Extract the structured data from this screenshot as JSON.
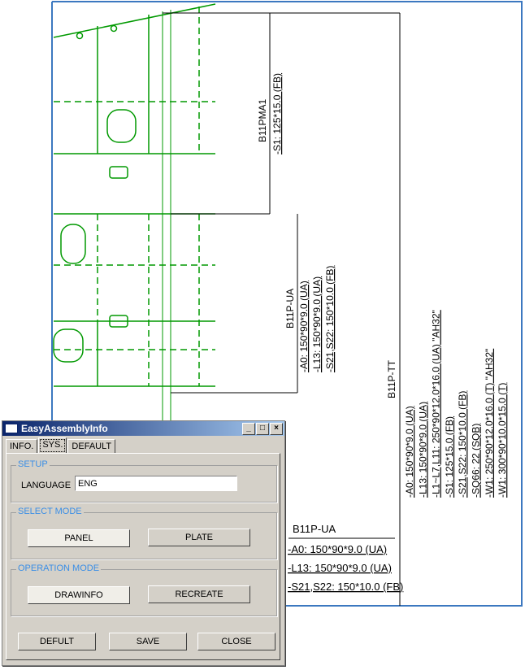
{
  "drawing": {
    "label_b11pma1": "B11PMA1",
    "label_b11pma1_s1": "-S1: 125*15.0 (FB)",
    "label_b11pua": "B11P-UA",
    "b11pua_items": [
      "-A0: 150*90*9.0 (UA)",
      "-L13: 150*90*9.0 (UA)",
      "-S21,S22: 150*10.0 (FB)"
    ],
    "label_b11ptt": "B11P-TT",
    "b11ptt_items": [
      "-A0: 150*90*9.0 (UA)",
      "-L13: 150*90*9.0 (UA)",
      "-L1~L7,L11: 250*90*12.0*16.0 (UA) \"AH32\"",
      "-S1: 125*15.0 (FB)",
      "-S21,S22: 150*10.0 (FB)",
      "-SQ66: 22 (SQB)",
      "-W1: 250*90*12.0*16.0 (T) \"AH32\"",
      "-W1: 300*90*10.0*15.0 (T)"
    ],
    "table_header": "B11P-UA",
    "table_rows": [
      "-A0: 150*90*9.0 (UA)",
      "-L13: 150*90*9.0 (UA)",
      "-S21,S22: 150*10.0 (FB)"
    ],
    "line_color": "#009900",
    "frame_color": "#3c78c0"
  },
  "dialog": {
    "title": "EasyAssemblyInfo",
    "tabs": [
      "INFO.",
      "SYS.",
      "DEFAULT"
    ],
    "setup": {
      "legend": "SETUP",
      "language_label": "LANGUAGE",
      "language_value": "ENG"
    },
    "select_mode": {
      "legend": "SELECT MODE",
      "panel": "PANEL",
      "plate": "PLATE"
    },
    "operation_mode": {
      "legend": "OPERATION MODE",
      "drawinfo": "DRAWINFO",
      "recreate": "RECREATE"
    },
    "buttons": {
      "default": "DEFULT",
      "save": "SAVE",
      "close": "CLOSE"
    }
  }
}
